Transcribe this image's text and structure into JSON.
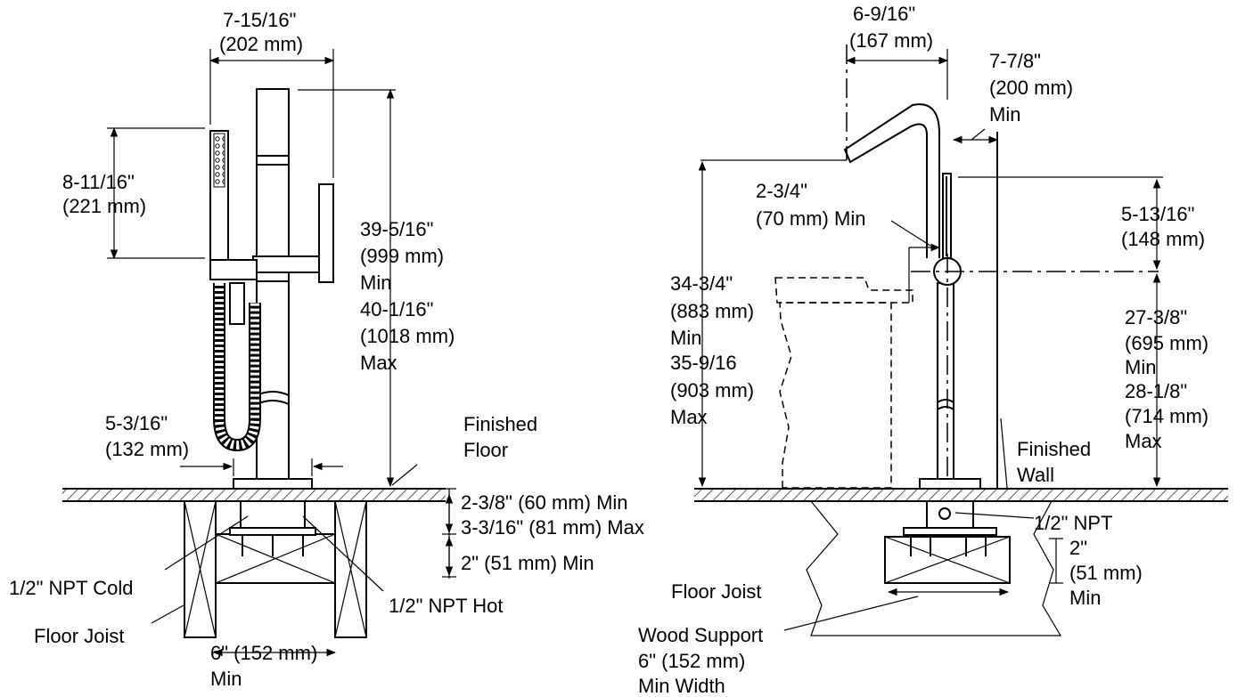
{
  "left_view": {
    "width_top": [
      "7-15/16\"",
      "(202 mm)"
    ],
    "handshower_height": [
      "8-11/16\"",
      "(221 mm)"
    ],
    "spout_height": [
      "39-5/16\"",
      "(999 mm)",
      "Min",
      "40-1/16\"",
      "(1018 mm)",
      "Max"
    ],
    "base_offset": [
      "5-3/16\"",
      "(132 mm)"
    ],
    "finished_floor": [
      "Finished",
      "Floor"
    ],
    "floor_thickness": [
      "2-3/8\" (60 mm) Min",
      "3-3/16\" (81 mm) Max"
    ],
    "support_depth": "2\" (51 mm) Min",
    "cold_supply": "1/2\" NPT Cold",
    "hot_supply": "1/2\" NPT Hot",
    "floor_joist": "Floor Joist",
    "joist_spacing": [
      "6\" (152 mm)",
      "Min"
    ]
  },
  "right_view": {
    "spout_reach": [
      "6-9/16\"",
      "(167 mm)"
    ],
    "wall_clearance": [
      "7-7/8\"",
      "(200 mm)",
      "Min"
    ],
    "side_clearance": [
      "2-3/4\"",
      "(70 mm) Min"
    ],
    "handshower_offset": [
      "5-13/16\"",
      "(148 mm)"
    ],
    "tub_rim_height": [
      "34-3/4\"",
      "(883 mm)",
      "Min",
      "35-9/16",
      "(903 mm)",
      "Max"
    ],
    "handle_height": [
      "27-3/8\"",
      "(695 mm)",
      "Min",
      "28-1/8\"",
      "(714 mm)",
      "Max"
    ],
    "finished_wall": [
      "Finished",
      "Wall"
    ],
    "npt": "1/2\" NPT",
    "support_depth": [
      "2\"",
      "(51 mm)",
      "Min"
    ],
    "floor_joist": "Floor Joist",
    "wood_support": [
      "Wood Support",
      "6\" (152 mm)",
      "Min Width"
    ]
  }
}
